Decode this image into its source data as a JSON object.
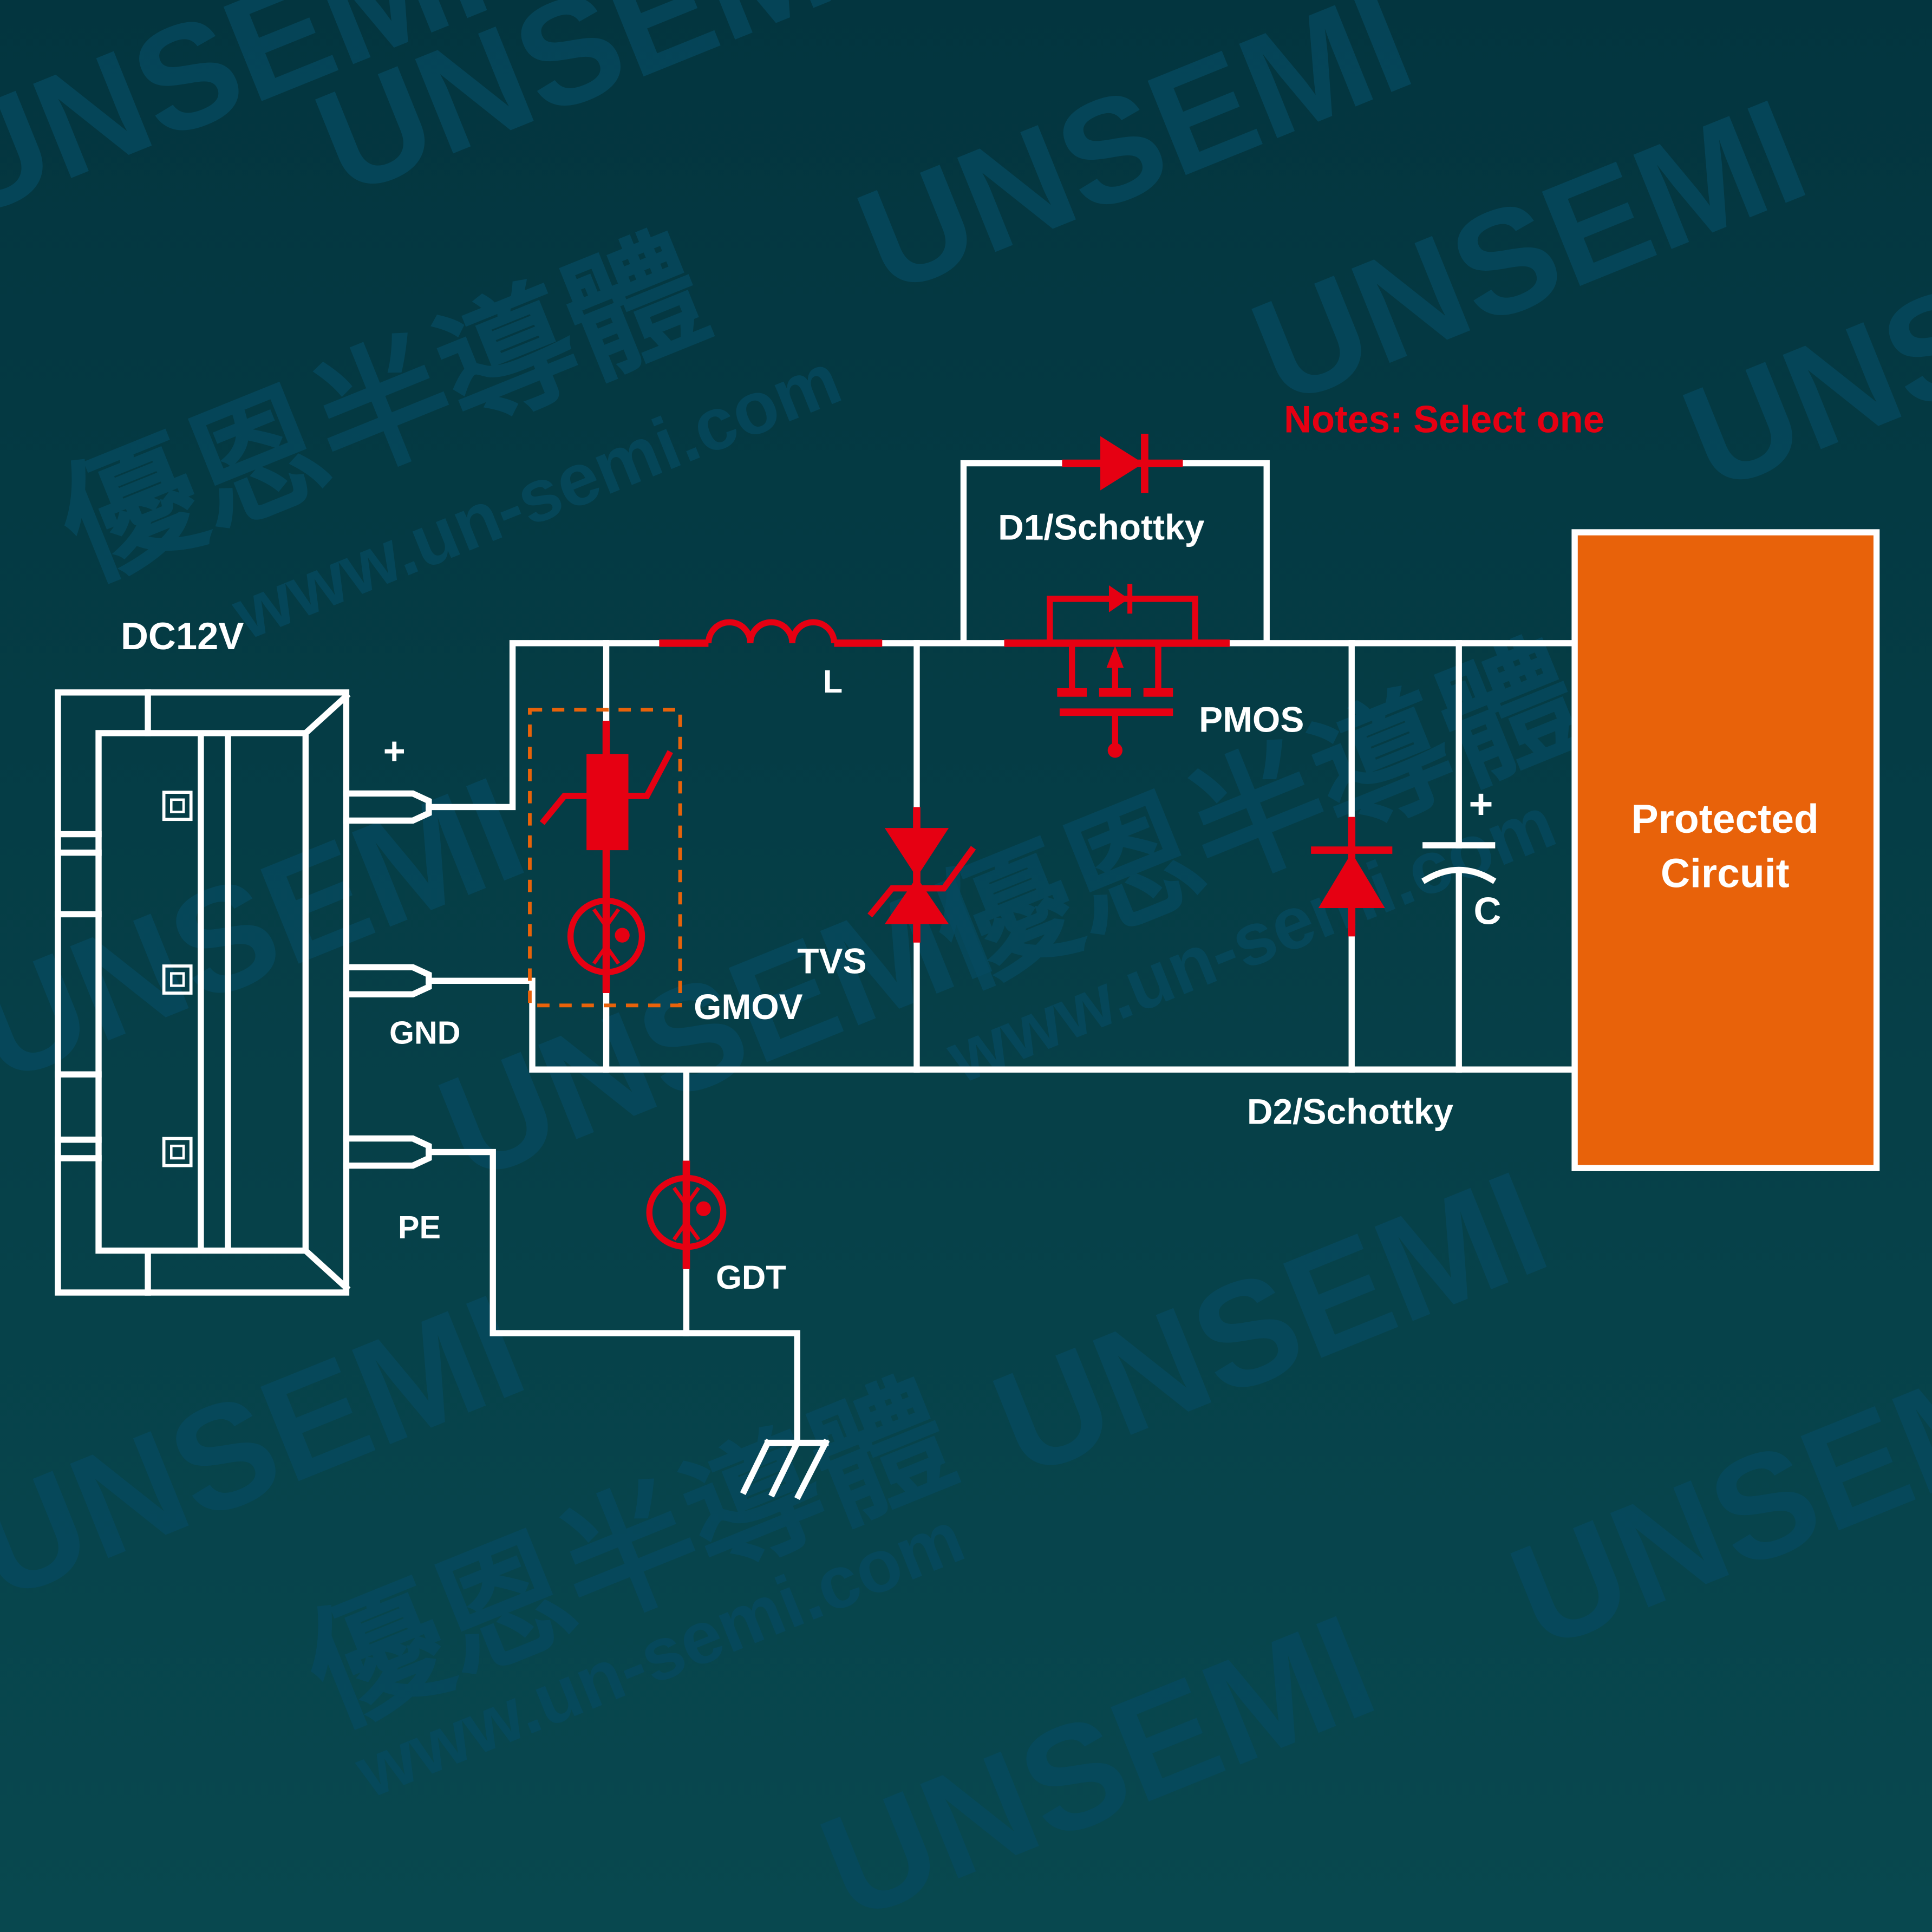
{
  "diagram": {
    "title": "DC12V input surge protection circuit",
    "notes": "Notes: Select one",
    "connector": {
      "label": "DC12V",
      "pins": [
        "+",
        "GND",
        "PE"
      ]
    },
    "components": {
      "gmov": "GMOV",
      "inductor": "L",
      "tvs": "TVS",
      "d1": "D1/Schottky",
      "pmos": "PMOS",
      "d2": "D2/Schottky",
      "capacitor": "C",
      "capacitor_polarity": "+",
      "gdt": "GDT",
      "load_line1": "Protected",
      "load_line2": "Circuit"
    },
    "watermark": {
      "brand": "UNSEMI",
      "chinese": "優恩半導體",
      "url": "www.un-semi.com"
    },
    "colors": {
      "background": "#03383f",
      "wire": "#ffffff",
      "component": "#e60012",
      "gmov_box": "#e8620a",
      "load": "#e8620a",
      "watermark": "#064a60"
    }
  }
}
